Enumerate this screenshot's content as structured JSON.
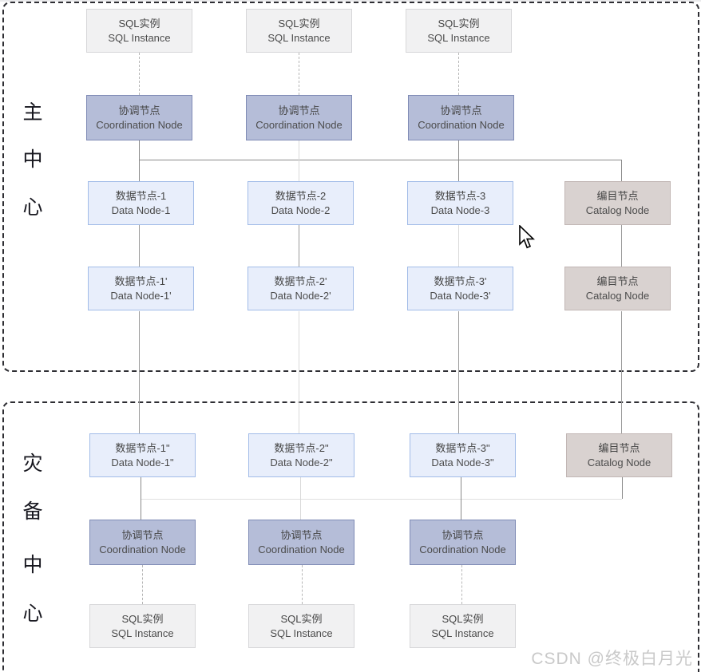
{
  "regions": {
    "main_center": {
      "label": "主中心",
      "chars": [
        "主",
        "中",
        "心"
      ]
    },
    "disaster_center": {
      "label": "灾备中心",
      "chars": [
        "灾",
        "备",
        "中",
        "心"
      ]
    }
  },
  "nodes": {
    "sql": {
      "zh": "SQL实例",
      "en": "SQL Instance"
    },
    "coordination": {
      "zh": "协调节点",
      "en": "Coordination Node"
    },
    "catalog": {
      "zh": "编目节点",
      "en": "Catalog Node"
    },
    "data1": {
      "zh": "数据节点-1",
      "en": "Data Node-1"
    },
    "data2": {
      "zh": "数据节点-2",
      "en": "Data Node-2"
    },
    "data3": {
      "zh": "数据节点-3",
      "en": "Data Node-3"
    },
    "data1p": {
      "zh": "数据节点-1'",
      "en": "Data Node-1'"
    },
    "data2p": {
      "zh": "数据节点-2'",
      "en": "Data Node-2'"
    },
    "data3p": {
      "zh": "数据节点-3'",
      "en": "Data Node-3'"
    },
    "data1pp": {
      "zh": "数据节点-1\"",
      "en": "Data Node-1\""
    },
    "data2pp": {
      "zh": "数据节点-2\"",
      "en": "Data Node-2\""
    },
    "data3pp": {
      "zh": "数据节点-3\"",
      "en": "Data Node-3\""
    }
  },
  "watermark": "CSDN @终极白月光",
  "colors": {
    "sql_bg": "#f1f1f2",
    "sql_border": "#d7d7d9",
    "coordination_bg": "#b5bdd8",
    "coordination_border": "#7f8bb5",
    "data_bg": "#e8eefb",
    "data_border": "#a2bce8",
    "catalog_bg": "#d9d2d0",
    "catalog_border": "#c1b6b4",
    "region_border": "#2e2e33",
    "connector_dark": "#8a8a8a",
    "connector_light": "#dcdcdc",
    "watermark_text": "#c9c9c9"
  }
}
